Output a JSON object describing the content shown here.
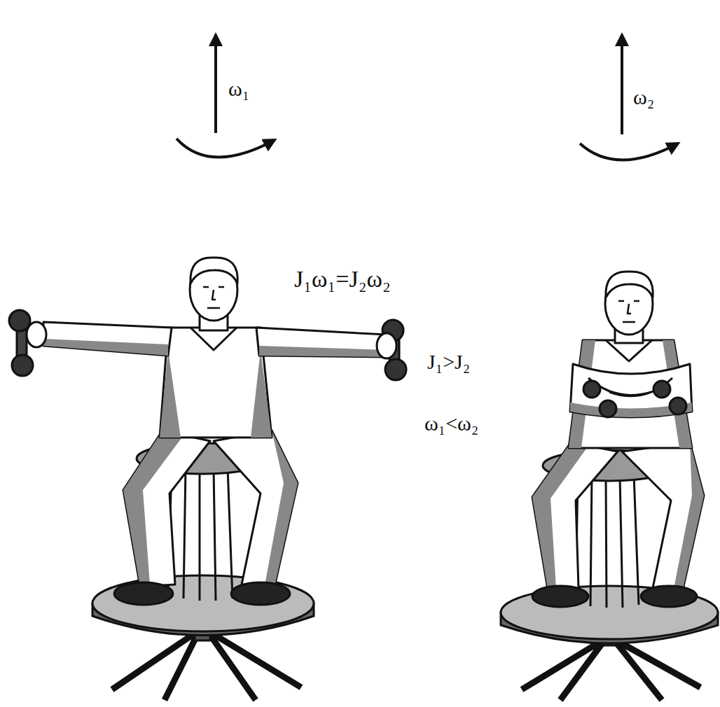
{
  "diagram": {
    "labels": [
      "ω₁",
      "ω₂",
      "J₁ω₁=J₂ω₂",
      "J₁>J₂",
      "ω₁<ω₂"
    ]
  }
}
